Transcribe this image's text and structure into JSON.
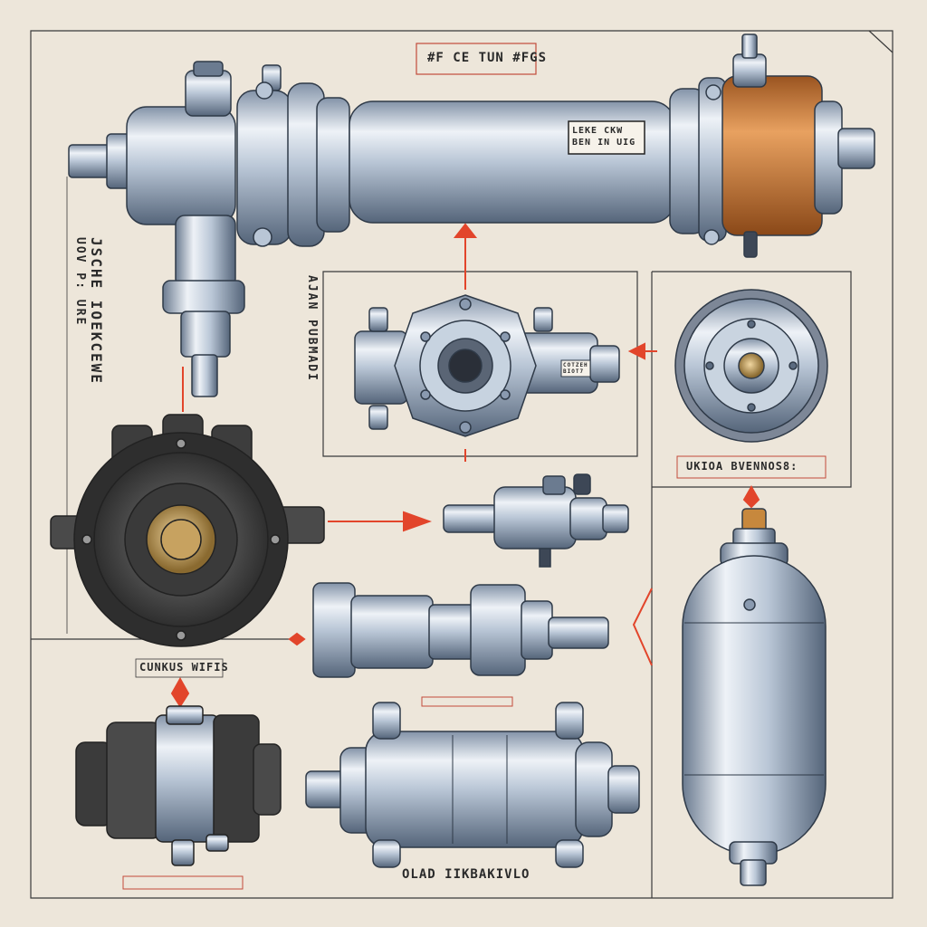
{
  "title_block": "#F CE TUN #FGS",
  "nameplate_main": "LEKE CKW\nBEN IN UIG",
  "nameplate_small": "COTZEH\nBIOT7",
  "label_left_vertical": "UOV P: URE",
  "label_left_vertical_2": "JSCHE IOEKCEWE",
  "label_center_vertical": "AJAN PUBMADI",
  "label_disc": "UKIOA BVENNOS8:",
  "label_left_mid": "CUNKUS WIFIS",
  "label_bottom_center": "OLAD IIKBAKIVLO",
  "colors": {
    "paper": "#ede6da",
    "line": "#3a3a3a",
    "steel": "#b9c6d6",
    "steel_dark": "#5b6b80",
    "copper": "#cc7a33",
    "accent_red": "#e2452b"
  },
  "icons": [
    "main-pump-assembly",
    "flange-pump-icon",
    "disc-flange-icon",
    "geared-housing-icon",
    "small-valve-icon",
    "pipe-coupling-icon",
    "pressure-tank-icon",
    "cylinder-motor-icon",
    "compact-pump-icon"
  ]
}
